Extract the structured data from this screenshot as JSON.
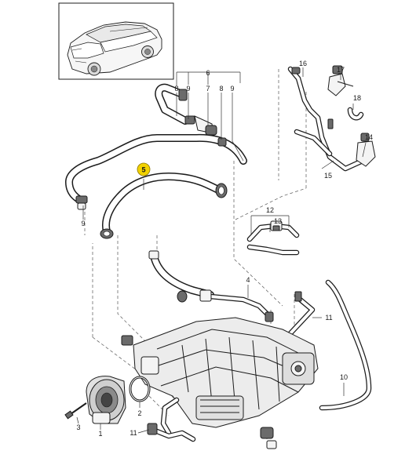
{
  "callouts": {
    "c1": "1",
    "c2": "2",
    "c3": "3",
    "c4": "4",
    "c5": "5",
    "c6": "6",
    "c7": "7",
    "c8a": "8",
    "c8b": "8",
    "c9a": "9",
    "c9b": "9",
    "c10": "10",
    "c11a": "11",
    "c11b": "11",
    "c12": "12",
    "c13": "13",
    "c14": "14",
    "c15": "15",
    "c16": "16",
    "c17": "17",
    "c18": "18"
  },
  "colors": {
    "highlight_fill": "#f2d200",
    "highlight_stroke": "#8a7400",
    "line": "#1c1c1c",
    "background": "#ffffff"
  },
  "icons": {
    "vehicle_thumbnail": "porsche-cayenne-icon"
  }
}
